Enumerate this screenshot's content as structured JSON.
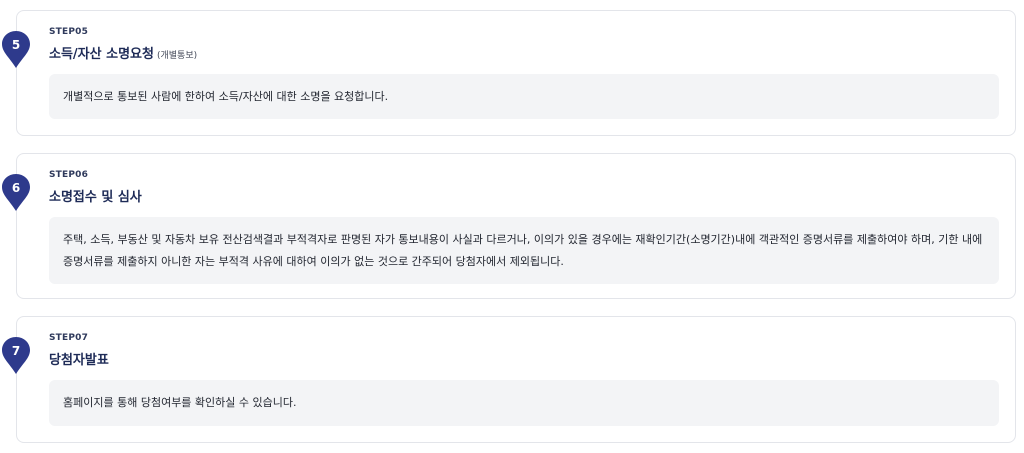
{
  "accent_color": "#2e3a8c",
  "steps": [
    {
      "number": "5",
      "label": "STEP05",
      "title": "소득/자산 소명요청",
      "subtitle": "(개별통보)",
      "description": "개별적으로 통보된 사람에 한하여 소득/자산에 대한 소명을 요청합니다."
    },
    {
      "number": "6",
      "label": "STEP06",
      "title": "소명접수 및 심사",
      "subtitle": "",
      "description": "주택, 소득, 부동산 및 자동차 보유 전산검색결과 부적격자로 판명된 자가 통보내용이 사실과 다르거나, 이의가 있을 경우에는 재확인기간(소명기간)내에 객관적인 증명서류를 제출하여야 하며, 기한 내에 증명서류를 제출하지 아니한 자는 부적격 사유에 대하여 이의가 없는 것으로 간주되어 당첨자에서 제외됩니다."
    },
    {
      "number": "7",
      "label": "STEP07",
      "title": "당첨자발표",
      "subtitle": "",
      "description": "홈페이지를 통해 당첨여부를 확인하실 수 있습니다."
    }
  ]
}
